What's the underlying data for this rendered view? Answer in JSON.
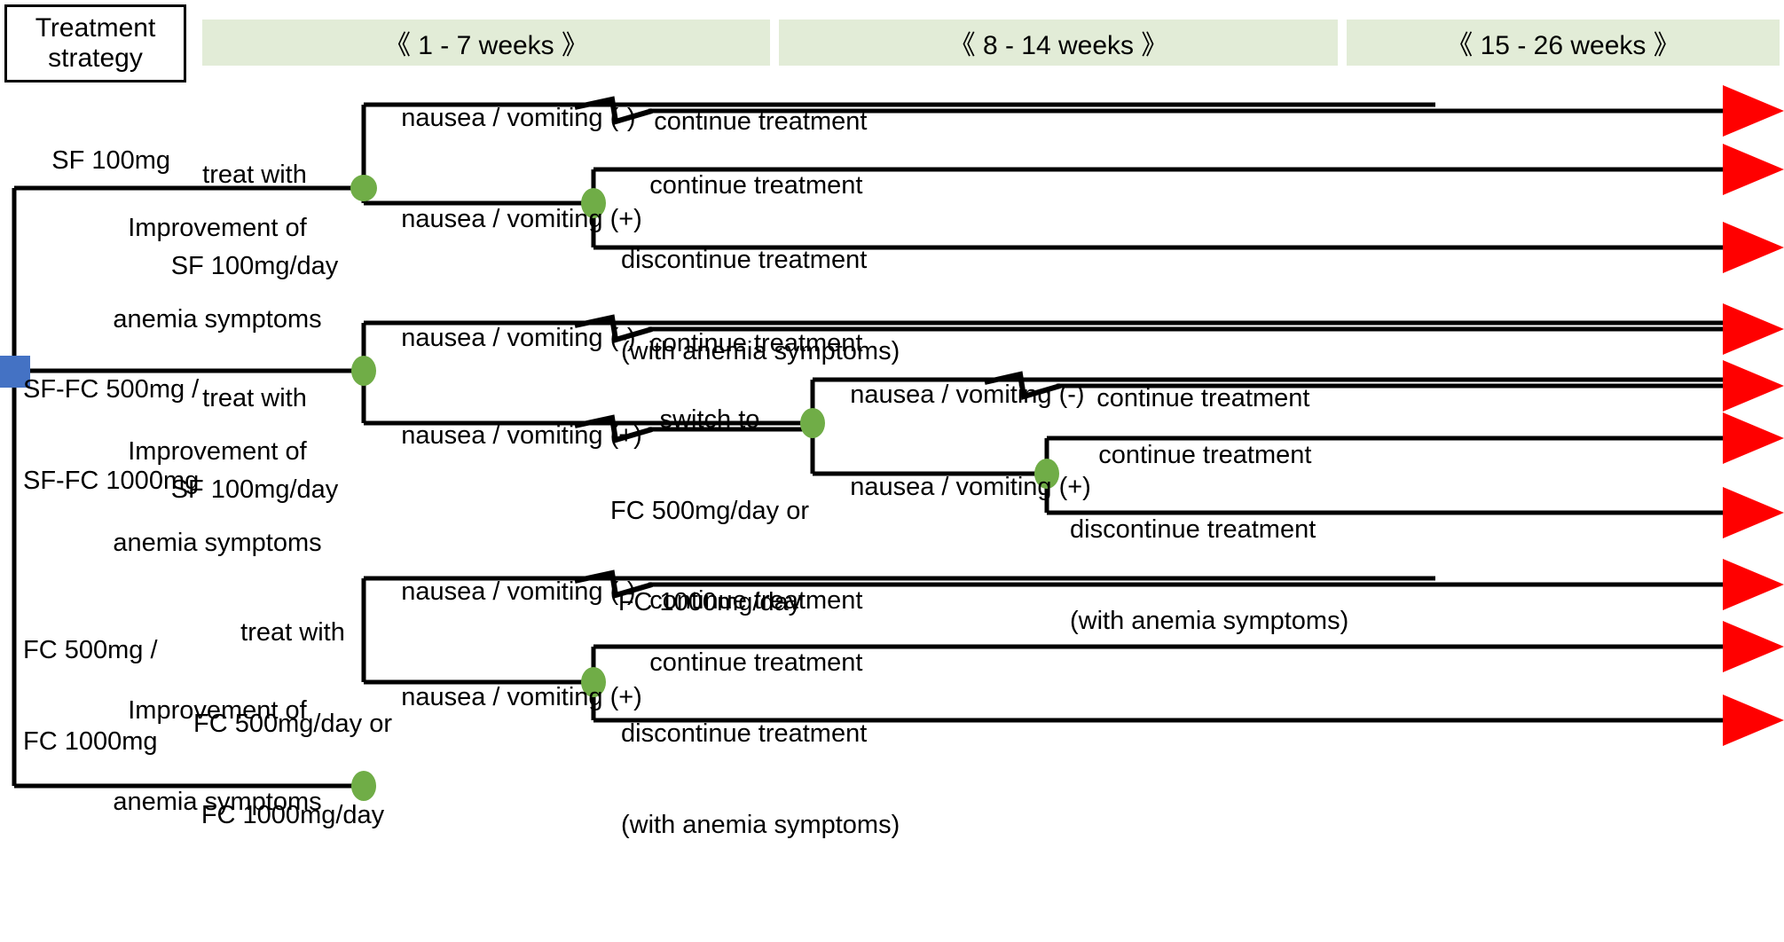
{
  "figure": {
    "type": "decision-tree",
    "title_box": {
      "line1": "Treatment",
      "line2": "strategy"
    },
    "periods": [
      {
        "label": "《 1 - 7 weeks 》"
      },
      {
        "label": "《 8 - 14 weeks 》"
      },
      {
        "label": "《 15 - 26 weeks 》"
      }
    ],
    "colors": {
      "band_fill": "#e2ecd7",
      "root_node": "#4472c4",
      "decision_node": "#70ad47",
      "arrow": "#ff0000",
      "line": "#000000",
      "text": "#000000"
    }
  },
  "arms": [
    {
      "id": "sf100",
      "name_lines": [
        "SF 100mg"
      ],
      "treatment_lines": [
        "treat with",
        "SF 100mg/day"
      ],
      "outcome_lines": [
        "Improvement of",
        "anemia symptoms"
      ],
      "branches": [
        {
          "condition": "nausea / vomiting (-)",
          "result_lines": [
            "continue treatment"
          ],
          "terminal": true
        },
        {
          "condition": "nausea / vomiting (+)",
          "sub_branches": [
            {
              "result_lines": [
                "continue treatment"
              ],
              "terminal": true
            },
            {
              "result_lines": [
                "discontinue treatment",
                "(with anemia symptoms)"
              ],
              "terminal": true
            }
          ]
        }
      ]
    },
    {
      "id": "sffc",
      "name_lines": [
        "SF-FC 500mg /",
        "SF-FC 1000mg"
      ],
      "treatment_lines": [
        "treat with",
        "SF 100mg/day"
      ],
      "outcome_lines": [
        "Improvement of",
        "anemia symptoms"
      ],
      "branches": [
        {
          "condition": "nausea / vomiting (-)",
          "result_lines": [
            "continue treatment"
          ],
          "terminal": true
        },
        {
          "condition": "nausea / vomiting (+)",
          "switch_lines": [
            "switch to",
            "FC 500mg/day or",
            "FC 1000mg/day"
          ],
          "sub_branches": [
            {
              "condition": "nausea / vomiting (-)",
              "result_lines": [
                "continue treatment"
              ],
              "terminal": true
            },
            {
              "condition": "nausea / vomiting (+)",
              "sub_branches": [
                {
                  "result_lines": [
                    "continue treatment"
                  ],
                  "terminal": true
                },
                {
                  "result_lines": [
                    "discontinue treatment",
                    "(with anemia symptoms)"
                  ],
                  "terminal": true
                }
              ]
            }
          ]
        }
      ]
    },
    {
      "id": "fc",
      "name_lines": [
        "FC 500mg /",
        "FC 1000mg"
      ],
      "treatment_lines": [
        "treat with",
        "FC 500mg/day or",
        "FC 1000mg/day"
      ],
      "outcome_lines": [
        "Improvement of",
        "anemia symptoms"
      ],
      "branches": [
        {
          "condition": "nausea / vomiting (-)",
          "result_lines": [
            "continue treatment"
          ],
          "terminal": true
        },
        {
          "condition": "nausea / vomiting (+)",
          "sub_branches": [
            {
              "result_lines": [
                "continue treatment"
              ],
              "terminal": true
            },
            {
              "result_lines": [
                "discontinue treatment",
                "(with anemia symptoms)"
              ],
              "terminal": true
            }
          ]
        }
      ]
    }
  ],
  "text": {
    "t_title1": "Treatment",
    "t_title2": "strategy",
    "p1": "《 1 - 7 weeks 》",
    "p2": "《 8 - 14 weeks 》",
    "p3": "《 15 - 26 weeks 》",
    "a1_name": "SF 100mg",
    "a1_tx1": "treat with",
    "a1_tx2": "SF 100mg/day",
    "a1_out1": "Improvement of",
    "a1_out2": "anemia symptoms",
    "a1_nvneg": "nausea / vomiting (-)",
    "a1_nvpos": "nausea / vomiting (+)",
    "a1_cont_top": "continue treatment",
    "a1_cont_mid": "continue treatment",
    "a1_disc1": "discontinue treatment",
    "a1_disc2": "(with anemia symptoms)",
    "a2_name1": "SF-FC 500mg /",
    "a2_name2": "SF-FC 1000mg",
    "a2_tx1": "treat with",
    "a2_tx2": "SF 100mg/day",
    "a2_out1": "Improvement of",
    "a2_out2": "anemia symptoms",
    "a2_nvneg": "nausea / vomiting (-)",
    "a2_nvpos": "nausea / vomiting (+)",
    "a2_cont_top": "continue treatment",
    "a2_sw1": "switch to",
    "a2_sw2": "FC 500mg/day or",
    "a2_sw3": "FC 1000mg/day",
    "a2_nvneg2": "nausea / vomiting (-)",
    "a2_nvpos2": "nausea / vomiting (+)",
    "a2_cont2": "continue treatment",
    "a2_cont3": "continue treatment",
    "a2_disc1": "discontinue treatment",
    "a2_disc2": "(with anemia symptoms)",
    "a3_name1": "FC 500mg /",
    "a3_name2": "FC 1000mg",
    "a3_tx1": "treat with",
    "a3_tx2": "FC 500mg/day or",
    "a3_tx3": "FC 1000mg/day",
    "a3_out1": "Improvement of",
    "a3_out2": "anemia symptoms",
    "a3_nvneg": "nausea / vomiting (-)",
    "a3_nvpos": "nausea / vomiting (+)",
    "a3_cont_top": "continue treatment",
    "a3_cont_mid": "continue treatment",
    "a3_disc1": "discontinue treatment",
    "a3_disc2": "(with anemia symptoms)"
  }
}
